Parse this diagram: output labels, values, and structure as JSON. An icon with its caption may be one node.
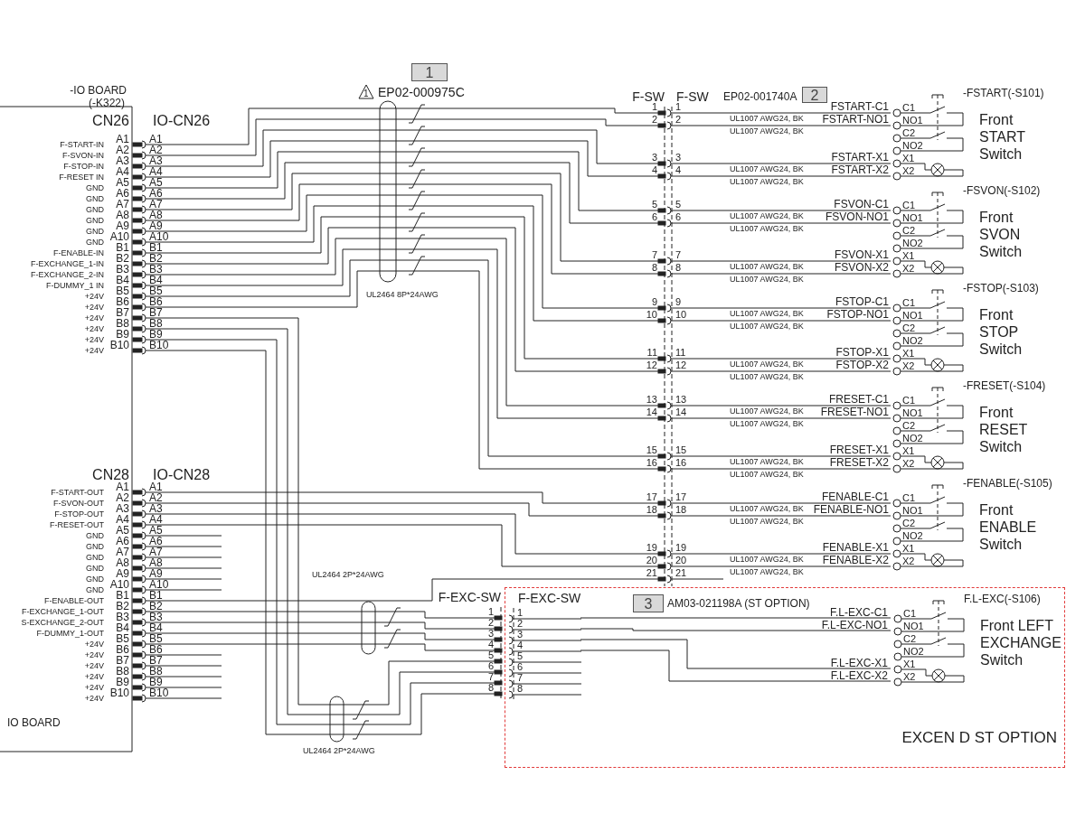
{
  "diagram": {
    "nodes": [
      {
        "text": [
          "-IO BOARD",
          "(-K322)",
          "IO BOARD"
        ]
      },
      {
        "text": [
          "CN26",
          "A1",
          "A2",
          "A3",
          "A4",
          "A5",
          "A6",
          "A7",
          "A8",
          "A9",
          "A10",
          "B1",
          "B2",
          "B3",
          "B4",
          "B5",
          "B6",
          "B7",
          "B8",
          "B9",
          "B10"
        ],
        "beside": [
          "F-START-IN",
          "F-SVON-IN",
          "F-STOP-IN",
          "F-RESET IN",
          "GND",
          "GND",
          "GND",
          "GND",
          "GND",
          "GND",
          "F-ENABLE-IN",
          "F-EXCHANGE_1-IN",
          "F-EXCHANGE_2-IN",
          "F-DUMMY_1 IN",
          "+24V",
          "+24V",
          "+24V",
          "+24V",
          "+24V",
          "+24V"
        ],
        "in": 0
      },
      {
        "text": [
          "IO-CN26",
          "A1",
          "A2",
          "A3",
          "A4",
          "A5",
          "A6",
          "A7",
          "A8",
          "A9",
          "A10",
          "B1",
          "B2",
          "B3",
          "B4",
          "B5",
          "B6",
          "B7",
          "B8",
          "B9",
          "B10"
        ]
      },
      {
        "text": [
          "F-SW",
          "1",
          "2",
          "3",
          "4",
          "5",
          "6",
          "7",
          "8",
          "9",
          "10",
          "11",
          "12",
          "13",
          "14",
          "15",
          "16",
          "17",
          "18",
          "19",
          "20",
          "21"
        ]
      },
      {
        "text": [
          "F-SW",
          "1",
          "2",
          "3",
          "4",
          "5",
          "6",
          "7",
          "8",
          "9",
          "10",
          "11",
          "12",
          "13",
          "14",
          "15",
          "16",
          "17",
          "18",
          "19",
          "20",
          "21"
        ]
      },
      {
        "text": [
          "-FSTART(-S101)",
          "Front START Switch",
          "C1",
          "NO1",
          "C2",
          "NO2",
          "X1",
          "X2"
        ],
        "beside": [
          "FSTART-C1",
          "FSTART-NO1",
          "FSTART-X1",
          "FSTART-X2"
        ]
      },
      {
        "text": [
          "-FSVON(-S102)",
          "Front SVON Switch",
          "C1",
          "NO1",
          "C2",
          "NO2",
          "X1",
          "X2"
        ],
        "beside": [
          "FSVON-C1",
          "FSVON-NO1",
          "FSVON-X1",
          "FSVON-X2"
        ]
      },
      {
        "text": [
          "-FSTOP(-S103)",
          "Front STOP Switch",
          "C1",
          "NO1",
          "C2",
          "NO2",
          "X1",
          "X2"
        ],
        "beside": [
          "FSTOP-C1",
          "FSTOP-NO1",
          "FSTOP-X1",
          "FSTOP-X2"
        ]
      },
      {
        "text": [
          "-FRESET(-S104)",
          "Front RESET Switch",
          "C1",
          "NO1",
          "C2",
          "NO2",
          "X1",
          "X2"
        ],
        "beside": [
          "FRESET-C1",
          "FRESET-NO1",
          "FRESET-X1",
          "FRESET-X2"
        ]
      },
      {
        "text": [
          "-FENABLE(-S105)",
          "Front ENABLE Switch",
          "C1",
          "NO1",
          "C2",
          "NO2",
          "X1",
          "X2"
        ],
        "beside": [
          "FENABLE-C1",
          "FENABLE-NO1",
          "FENABLE-X1",
          "FENABLE-X2"
        ]
      },
      {
        "text": [
          "CN28",
          "A1",
          "A2",
          "A3",
          "A4",
          "A5",
          "A6",
          "A7",
          "A8",
          "A9",
          "A10",
          "B1",
          "B2",
          "B3",
          "B4",
          "B5",
          "B6",
          "B7",
          "B8",
          "B9",
          "B10"
        ],
        "beside": [
          "F-START-OUT",
          "F-SVON-OUT",
          "F-STOP-OUT",
          "F-RESET-OUT",
          "GND",
          "GND",
          "GND",
          "GND",
          "GND",
          "GND",
          "F-ENABLE-OUT",
          "F-EXCHANGE_1-OUT",
          "S-EXCHANGE_2-OUT",
          "F-DUMMY_1-OUT",
          "+24V",
          "+24V",
          "+24V",
          "+24V",
          "+24V",
          "+24V"
        ],
        "in": 0
      },
      {
        "text": [
          "IO-CN28",
          "A1",
          "A2",
          "A3",
          "A4",
          "A5",
          "A6",
          "A7",
          "A8",
          "A9",
          "A10",
          "B1",
          "B2",
          "B3",
          "B4",
          "B5",
          "B6",
          "B7",
          "B8",
          "B9",
          "B10"
        ]
      },
      {
        "text": [
          "EXCEN D ST OPTION"
        ]
      },
      {
        "text": [
          "F-EXC-SW",
          "1",
          "2",
          "3",
          "4",
          "5",
          "6",
          "7",
          "8"
        ]
      },
      {
        "text": [
          "F-EXC-SW",
          "1",
          "2",
          "3",
          "4",
          "5",
          "6",
          "7",
          "8"
        ],
        "in": 12
      },
      {
        "text": [
          "F.L-EXC(-S106)",
          "Front LEFT EXCHANGE Switch",
          "C1",
          "NO1",
          "C2",
          "NO2",
          "X1",
          "X2"
        ],
        "beside": [
          "F.L-EXC-C1",
          "F.L-EXC-NO1",
          "F.L-EXC-X1",
          "F.L-EXC-X2"
        ],
        "in": 12
      }
    ],
    "edges": [
      {
        "from": 2,
        "to": 3,
        "arrow": "none"
      },
      {
        "from": 2,
        "to": 3,
        "arrow": "none"
      },
      {
        "from": 2,
        "to": 3,
        "arrow": "none"
      },
      {
        "from": 2,
        "to": 3,
        "arrow": "none"
      },
      {
        "from": 2,
        "to": 3,
        "arrow": "none"
      },
      {
        "from": 2,
        "to": 3,
        "arrow": "none"
      },
      {
        "from": 2,
        "to": 3,
        "arrow": "none"
      },
      {
        "from": 2,
        "to": 3,
        "arrow": "none"
      },
      {
        "from": 2,
        "to": 3,
        "arrow": "none"
      },
      {
        "from": 2,
        "to": 3,
        "arrow": "none"
      },
      {
        "from": 2,
        "to": 3,
        "arrow": "none"
      },
      {
        "from": 2,
        "to": 3,
        "arrow": "none"
      },
      {
        "from": 2,
        "to": 3,
        "arrow": "none"
      },
      {
        "from": 2,
        "to": 3,
        "arrow": "none"
      },
      {
        "from": 2,
        "to": 3,
        "arrow": "none"
      },
      {
        "from": 2,
        "to": 3,
        "arrow": "none"
      },
      {
        "from": 11,
        "to": 3,
        "arrow": "none"
      },
      {
        "from": 11,
        "to": 3,
        "arrow": "none"
      },
      {
        "from": 11,
        "to": 3,
        "arrow": "none"
      },
      {
        "from": 11,
        "to": 3,
        "arrow": "none"
      },
      {
        "from": 11,
        "to": 3,
        "arrow": "none"
      },
      {
        "from": 2,
        "to": 13,
        "arrow": "none"
      },
      {
        "from": 2,
        "to": 13,
        "arrow": "none"
      },
      {
        "from": 2,
        "to": 13,
        "arrow": "none"
      },
      {
        "from": 2,
        "to": 13,
        "arrow": "none"
      },
      {
        "from": 11,
        "to": 13,
        "arrow": "none"
      },
      {
        "from": 11,
        "to": 13,
        "arrow": "none"
      },
      {
        "from": 11,
        "to": 13,
        "arrow": "none"
      },
      {
        "from": 11,
        "to": 13,
        "arrow": "none"
      },
      {
        "from": 4,
        "to": 5,
        "arrow": "none",
        "label": "UL1007 AWG24, BK"
      },
      {
        "from": 4,
        "to": 5,
        "arrow": "none",
        "label": "UL1007 AWG24, BK"
      },
      {
        "from": 4,
        "to": 5,
        "arrow": "none",
        "label": "UL1007 AWG24, BK"
      },
      {
        "from": 4,
        "to": 5,
        "arrow": "none",
        "label": "UL1007 AWG24, BK"
      },
      {
        "from": 4,
        "to": 6,
        "arrow": "none",
        "label": "UL1007 AWG24, BK"
      },
      {
        "from": 4,
        "to": 6,
        "arrow": "none",
        "label": "UL1007 AWG24, BK"
      },
      {
        "from": 4,
        "to": 6,
        "arrow": "none",
        "label": "UL1007 AWG24, BK"
      },
      {
        "from": 4,
        "to": 6,
        "arrow": "none",
        "label": "UL1007 AWG24, BK"
      },
      {
        "from": 4,
        "to": 7,
        "arrow": "none",
        "label": "UL1007 AWG24, BK"
      },
      {
        "from": 4,
        "to": 7,
        "arrow": "none",
        "label": "UL1007 AWG24, BK"
      },
      {
        "from": 4,
        "to": 7,
        "arrow": "none",
        "label": "UL1007 AWG24, BK"
      },
      {
        "from": 4,
        "to": 7,
        "arrow": "none",
        "label": "UL1007 AWG24, BK"
      },
      {
        "from": 4,
        "to": 8,
        "arrow": "none",
        "label": "UL1007 AWG24, BK"
      },
      {
        "from": 4,
        "to": 8,
        "arrow": "none",
        "label": "UL1007 AWG24, BK"
      },
      {
        "from": 4,
        "to": 8,
        "arrow": "none",
        "label": "UL1007 AWG24, BK"
      },
      {
        "from": 4,
        "to": 8,
        "arrow": "none",
        "label": "UL1007 AWG24, BK"
      },
      {
        "from": 4,
        "to": 9,
        "arrow": "none",
        "label": "UL1007 AWG24, BK"
      },
      {
        "from": 4,
        "to": 9,
        "arrow": "none",
        "label": "UL1007 AWG24, BK"
      },
      {
        "from": 4,
        "to": 9,
        "arrow": "none",
        "label": "UL1007 AWG24, BK"
      },
      {
        "from": 4,
        "to": 9,
        "arrow": "none",
        "label": "UL1007 AWG24, BK"
      },
      {
        "from": 14,
        "to": 15,
        "arrow": "none"
      },
      {
        "from": 14,
        "to": 15,
        "arrow": "none"
      },
      {
        "from": 14,
        "to": 15,
        "arrow": "none"
      },
      {
        "from": 14,
        "to": 15,
        "arrow": "none"
      }
    ],
    "labels": [
      "1",
      "1",
      "EP02-000975C",
      "UL2464 8P*24AWG",
      "2",
      "EP02-001740A",
      "3",
      "AM03-021198A (ST OPTION)",
      "UL2464 2P*24AWG",
      "UL2464 2P*24AWG"
    ]
  }
}
